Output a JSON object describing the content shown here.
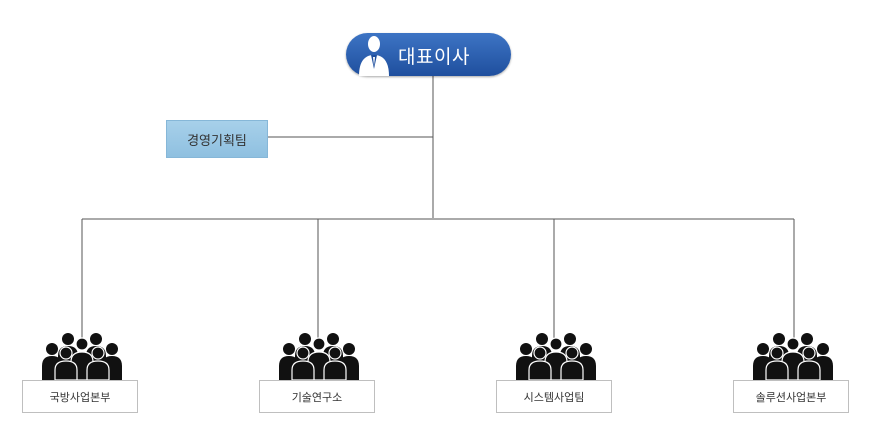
{
  "ceo": {
    "label": "대표이사",
    "icon": "person-suit-icon",
    "color": "#2a5fb0"
  },
  "staff": {
    "label": "경영기획팀",
    "color": "#9ccbe6"
  },
  "departments": [
    {
      "label": "국방사업본부",
      "icon": "group-icon"
    },
    {
      "label": "기술연구소",
      "icon": "group-icon"
    },
    {
      "label": "시스템사업팀",
      "icon": "group-icon"
    },
    {
      "label": "솔루션사업본부",
      "icon": "group-icon"
    }
  ]
}
